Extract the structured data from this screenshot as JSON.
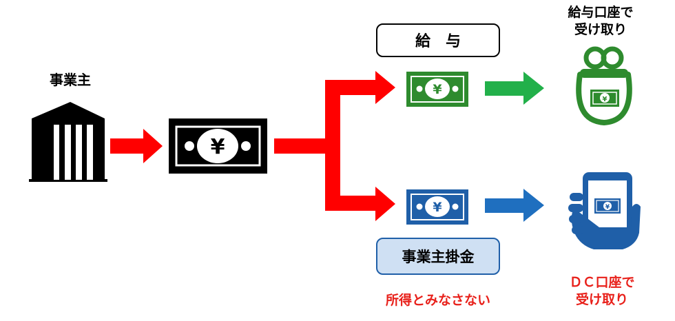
{
  "employer": {
    "label": "事業主"
  },
  "salary_box": {
    "label": "給　与"
  },
  "salary_receive": {
    "line1": "給与口座で",
    "line2": "受け取り"
  },
  "contribution_box": {
    "label": "事業主掛金"
  },
  "income_note": {
    "label": "所得とみなさない"
  },
  "dc_receive": {
    "line1": "ＤＣ口座で",
    "line2": "受け取り"
  },
  "yen_symbol": "¥",
  "colors": {
    "red_arrow": "#ff0000",
    "green": "#2e8b2e",
    "green_arrow": "#22b04a",
    "blue": "#1f5fa8",
    "blue_arrow": "#1f6fbf",
    "blue_box_fill": "#cfe0f3",
    "red_text": "#e8201a",
    "black": "#000000"
  },
  "icons": [
    "building-icon",
    "banknote-icon",
    "purse-icon",
    "smartphone-hand-icon",
    "arrow-icon"
  ]
}
